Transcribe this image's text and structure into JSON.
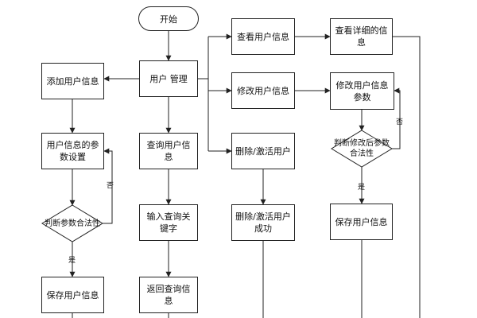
{
  "nodes": {
    "start": "开始",
    "user_mgmt": "用户 管理",
    "add_user": "添加用户信息",
    "param_setting": "用户信息的参数设置",
    "check_param": "判断参数合法性",
    "save_left": "保存用户信息",
    "query_user": "查询用户信息",
    "input_keyword": "输入查询关键字",
    "return_query": "返回查询信息",
    "view_user": "查看用户信息",
    "modify_user": "修改用户信息",
    "toggle_user": "删除/激活用户",
    "toggle_success": "删除/激活用户成功",
    "view_detail": "查看详细的信息",
    "modify_param": "修改用户信息参数",
    "check_modified": "判断修改后参数合法性",
    "save_right": "保存用户信息"
  },
  "labels": {
    "yes": "是",
    "no": "否"
  }
}
